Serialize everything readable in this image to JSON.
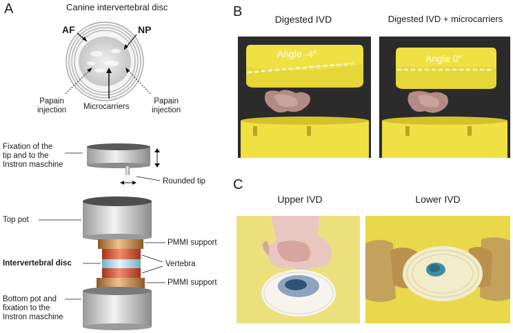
{
  "panel_a": {
    "letter": "A",
    "title": "Canine intervertebral disc",
    "disc_labels": {
      "af": "AF",
      "np": "NP",
      "papain_left_1": "Papain",
      "papain_left_2": "injection",
      "microcarriers": "Microcarriers",
      "papain_right_1": "Papain",
      "papain_right_2": "injection"
    },
    "setup_labels": {
      "fixation_1": "Fixation of the",
      "fixation_2": "tip and to the",
      "fixation_3": "Instron maschine",
      "rounded_tip": "Rounded tip",
      "top_pot": "Top pot",
      "pmmi_upper": "PMMI support",
      "ivd": "Intervertebral disc",
      "vertebra": "Vertebra",
      "pmmi_lower": "PMMI support",
      "bottom_1": "Bottom pot and",
      "bottom_2": "fixation to the",
      "bottom_3": "Instron maschine"
    }
  },
  "panel_b": {
    "letter": "B",
    "left_title": "Digested IVD",
    "right_title": "Digested IVD + microcarriers",
    "left_angle": "Angle -4°",
    "right_angle": "Angle 0°"
  },
  "panel_c": {
    "letter": "C",
    "left_title": "Upper IVD",
    "right_title": "Lower IVD"
  },
  "colors": {
    "yellow": "#f0e043",
    "dark_bg": "#2b2b2b",
    "pmmi": "#c98a45",
    "vertebra": "#d9502e",
    "disc": "#a9d6e6"
  }
}
